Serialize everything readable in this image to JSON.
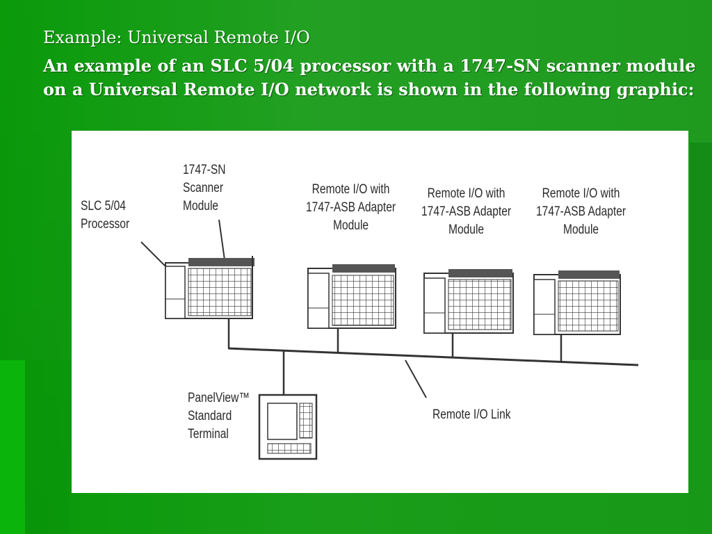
{
  "slide": {
    "title": "Example: Universal Remote I/O",
    "body_line1": "An example of an SLC 5/04 processor with a 1747-SN scanner module",
    "body_line2": "on a Universal Remote I/O network is shown in the following graphic:",
    "background_color": "#1f9a1f",
    "text_color": "#ffffff"
  },
  "diagram": {
    "labels": {
      "processor": "SLC 5/04\nProcessor",
      "scanner": "1747-SN\nScanner\nModule",
      "adapter_1": "Remote I/O with\n1747-ASB Adapter\nModule",
      "adapter_2": "Remote I/O with\n1747-ASB Adapter\nModule",
      "adapter_3": "Remote I/O with\n1747-ASB Adapter\nModule",
      "panelview": "PanelView™\nStandard\nTerminal",
      "link": "Remote I/O Link"
    }
  }
}
